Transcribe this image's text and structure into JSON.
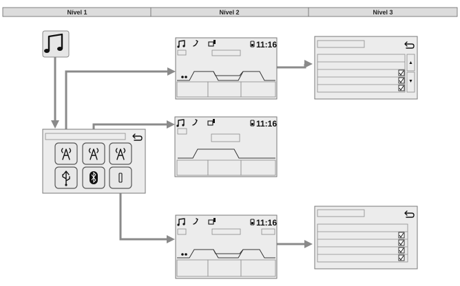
{
  "header": {
    "level1": "Nível 1",
    "level2": "Nível 2",
    "level3": "Nível 3"
  },
  "screens": {
    "clock": "11:16"
  },
  "colors": {
    "header_bg": "#dcdcdc",
    "screen_bg": "#ececec",
    "arrow": "#8a8a8a"
  },
  "icons": {
    "main": "music-note-icon",
    "source_buttons": [
      "fm-radio-antenna-icon",
      "am-radio-antenna-icon",
      "dab-radio-antenna-icon",
      "usb-icon",
      "bluetooth-icon",
      "aux-input-icon"
    ],
    "status_bar": [
      "music-note-icon",
      "phone-icon",
      "vehicle-info-icon",
      "battery-icon"
    ]
  }
}
